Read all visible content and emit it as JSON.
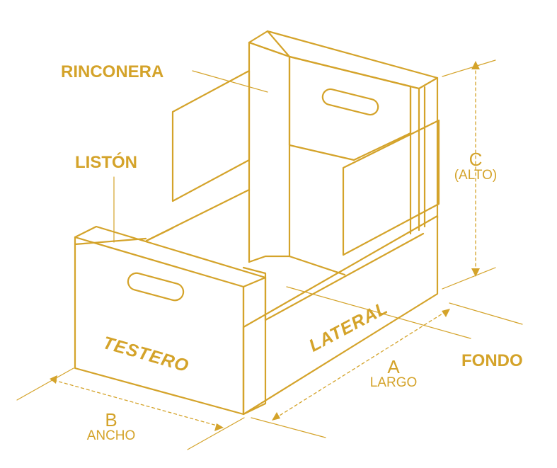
{
  "colors": {
    "accent": "#d4a32a",
    "background": "#ffffff"
  },
  "labels": {
    "rinconera": "RINCONERA",
    "liston": "LISTÓN",
    "testero": "TESTERO",
    "lateral": "LATERAL",
    "fondo": "FONDO"
  },
  "dimensions": {
    "a": {
      "letter": "A",
      "name": "LARGO"
    },
    "b": {
      "letter": "B",
      "name": "ANCHO"
    },
    "c": {
      "letter": "C",
      "name": "(ALTO)"
    }
  }
}
